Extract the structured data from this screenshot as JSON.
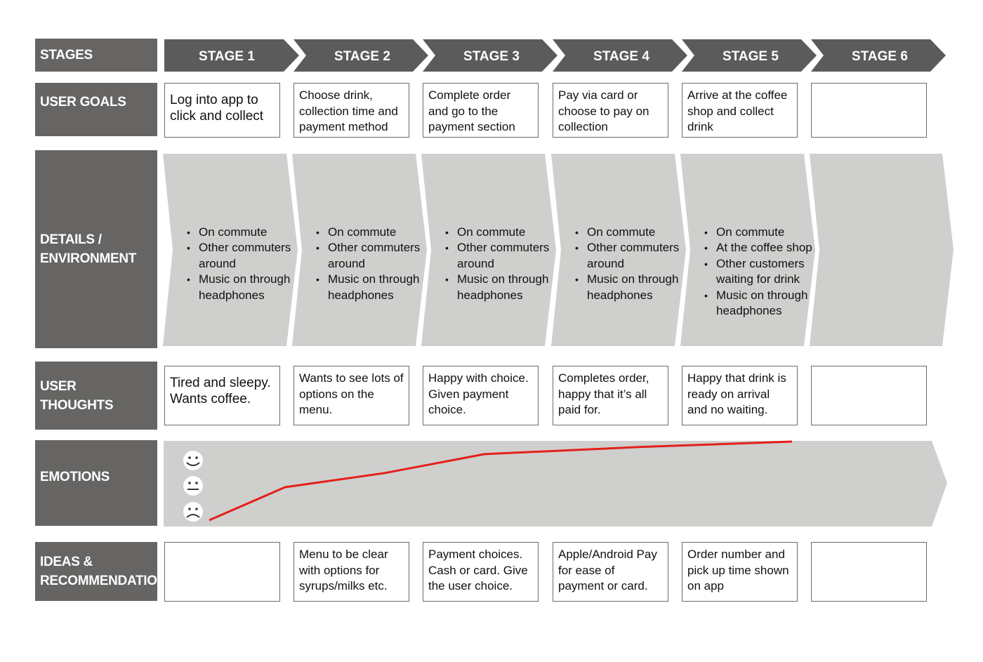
{
  "rows": {
    "stages": "STAGES",
    "goals": "USER GOALS",
    "details": "DETAILS /\nENVIRONMENT",
    "thoughts": "USER\nTHOUGHTS",
    "emotions": "EMOTIONS",
    "ideas": "IDEAS &\nRECOMMENDATIONS"
  },
  "stages": [
    "STAGE 1",
    "STAGE 2",
    "STAGE 3",
    "STAGE 4",
    "STAGE 5",
    "STAGE 6"
  ],
  "goals": [
    "Log into app to click and collect",
    "Choose drink, collection time and payment method",
    "Complete order and go to the payment section",
    "Pay via card or choose to pay on collection",
    "Arrive at the coffee shop and collect drink",
    ""
  ],
  "details": [
    [
      "On commute",
      "Other commuters around",
      "Music on through headphones"
    ],
    [
      "On commute",
      "Other commuters around",
      "Music on through headphones"
    ],
    [
      "On commute",
      "Other commuters around",
      "Music on through headphones"
    ],
    [
      "On commute",
      "Other commuters around",
      "Music on through headphones"
    ],
    [
      "On commute",
      "At the coffee shop",
      "Other customers waiting for drink",
      "Music on through headphones"
    ],
    []
  ],
  "thoughts": [
    "Tired and sleepy. Wants coffee.",
    "Wants to see lots of options on the menu.",
    "Happy with choice. Given payment choice.",
    "Completes order, happy that it’s all paid for.",
    "Happy that drink is ready on arrival and no waiting.",
    ""
  ],
  "emotions": {
    "scale_icons": [
      "happy-face-icon",
      "neutral-face-icon",
      "sad-face-icon"
    ],
    "levels": [
      0.0,
      0.42,
      0.6,
      0.84,
      0.93,
      1.0
    ],
    "line_color": "#e3201b"
  },
  "ideas": [
    "",
    "Menu to be clear with options for syrups/milks etc.",
    "Payment choices. Cash or card. Give the user choice.",
    "Apple/Android Pay for ease of payment or card.",
    "Order number and pick up time shown on app",
    ""
  ],
  "colors": {
    "label_bg": "#666563",
    "stage_arrow": "#5b5b5b",
    "band_bg": "#cfcfcd",
    "box_border": "#6b6b6b"
  }
}
